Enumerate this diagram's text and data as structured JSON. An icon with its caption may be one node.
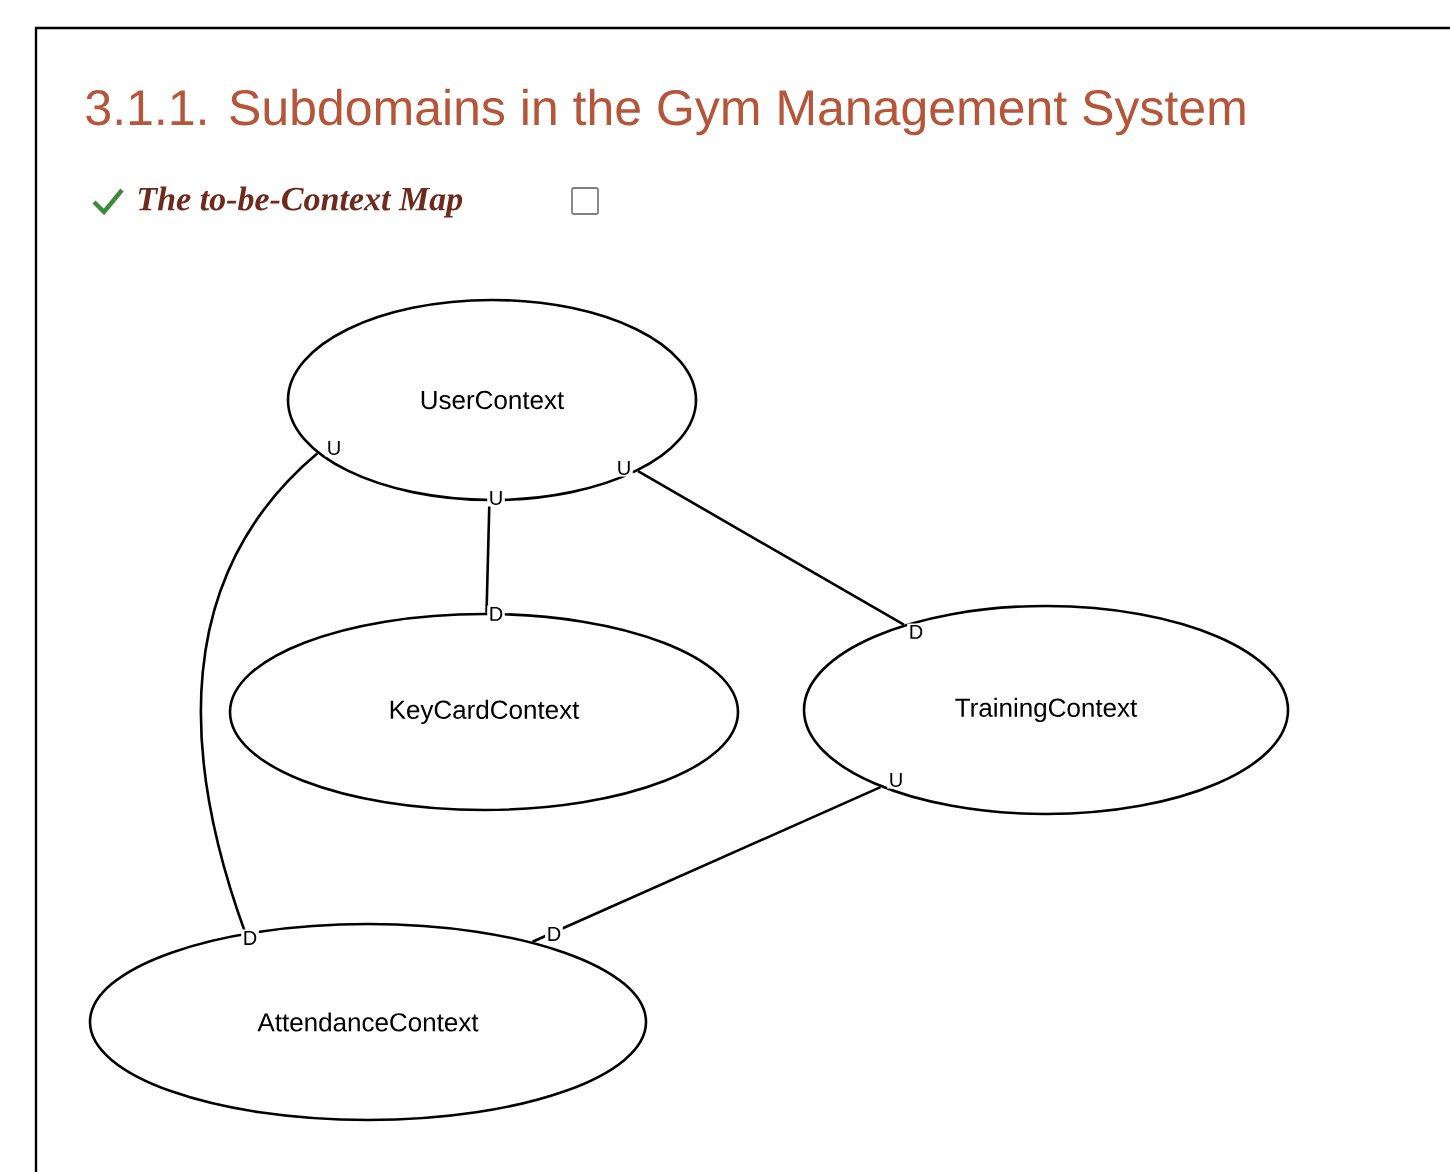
{
  "diagram": {
    "title": "3.1.1. Subdomains in the Gym Management System",
    "nodes": [
      {
        "text": [
          "UserContext"
        ]
      },
      {
        "text": [
          "KeyCardContext"
        ]
      },
      {
        "text": [
          "TrainingContext"
        ]
      },
      {
        "text": [
          "AttendanceContext"
        ]
      }
    ],
    "edges": [
      {
        "from": 0,
        "to": 3,
        "arrow": "none"
      },
      {
        "from": 0,
        "to": 1,
        "arrow": "none"
      },
      {
        "from": 0,
        "to": 2,
        "arrow": "none"
      },
      {
        "from": 2,
        "to": 3,
        "arrow": "none"
      }
    ],
    "labels": [
      "The to-be-Context Map",
      "U",
      "U",
      "U",
      "D",
      "D",
      "U",
      "D",
      "D"
    ]
  }
}
